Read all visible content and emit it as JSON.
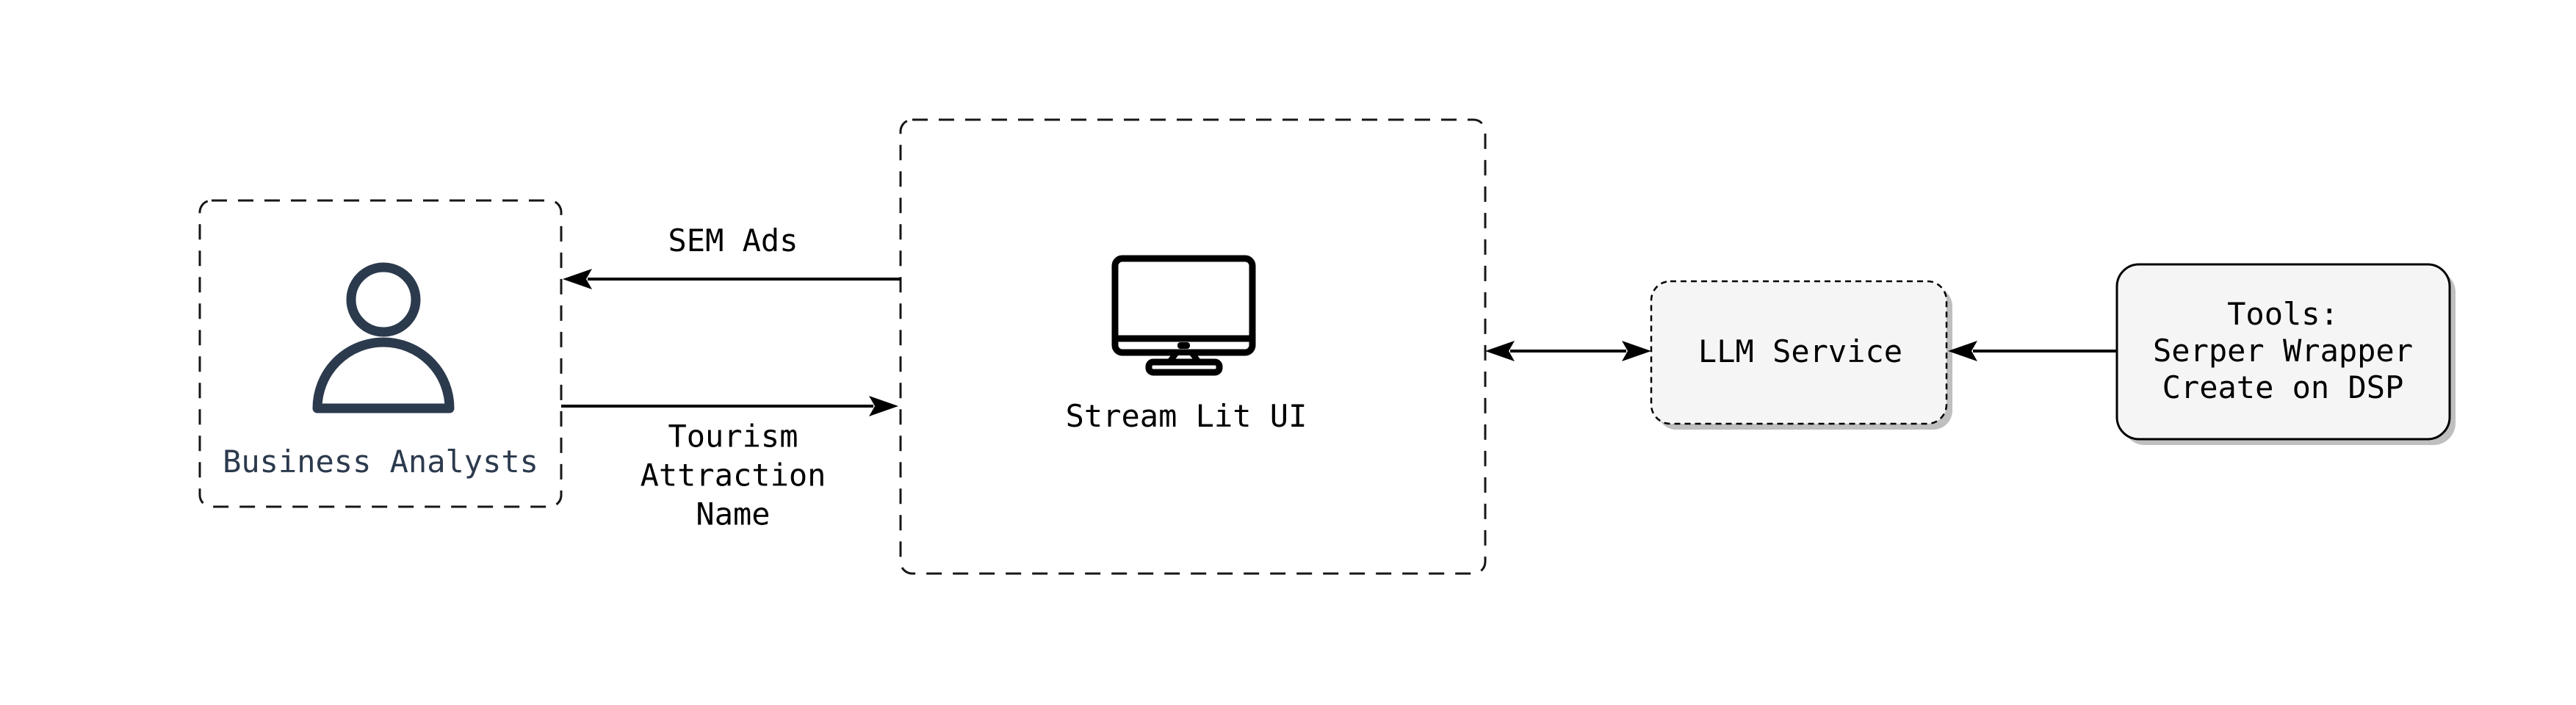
{
  "diagram": {
    "background_color": "#ffffff",
    "stroke_color": "#000000",
    "accent_color": "#2c3a4d",
    "node_fill_color": "#f5f5f5",
    "shadow_color": "#999999",
    "nodes": {
      "business_analysts": {
        "label": "Business Analysts",
        "icon": "person-icon",
        "border_style": "dashed"
      },
      "streamlit_ui": {
        "label": "Stream Lit UI",
        "icon": "monitor-icon",
        "border_style": "dashed"
      },
      "llm_service": {
        "label": "LLM Service",
        "border_style": "fine-dashed",
        "fill": "#f5f5f5",
        "shadow": true
      },
      "tools": {
        "label": "Tools:\nSerper Wrapper\nCreate on DSP",
        "border_style": "solid",
        "fill": "#f5f5f5",
        "shadow": true
      }
    },
    "edges": [
      {
        "label": "SEM Ads",
        "from": "streamlit_ui",
        "to": "business_analysts",
        "arrow": "left"
      },
      {
        "label": "Tourism\nAttraction\nName",
        "from": "business_analysts",
        "to": "streamlit_ui",
        "arrow": "right"
      },
      {
        "label": "",
        "from": "streamlit_ui",
        "to": "llm_service",
        "arrow": "both"
      },
      {
        "label": "",
        "from": "tools",
        "to": "llm_service",
        "arrow": "left"
      }
    ]
  }
}
